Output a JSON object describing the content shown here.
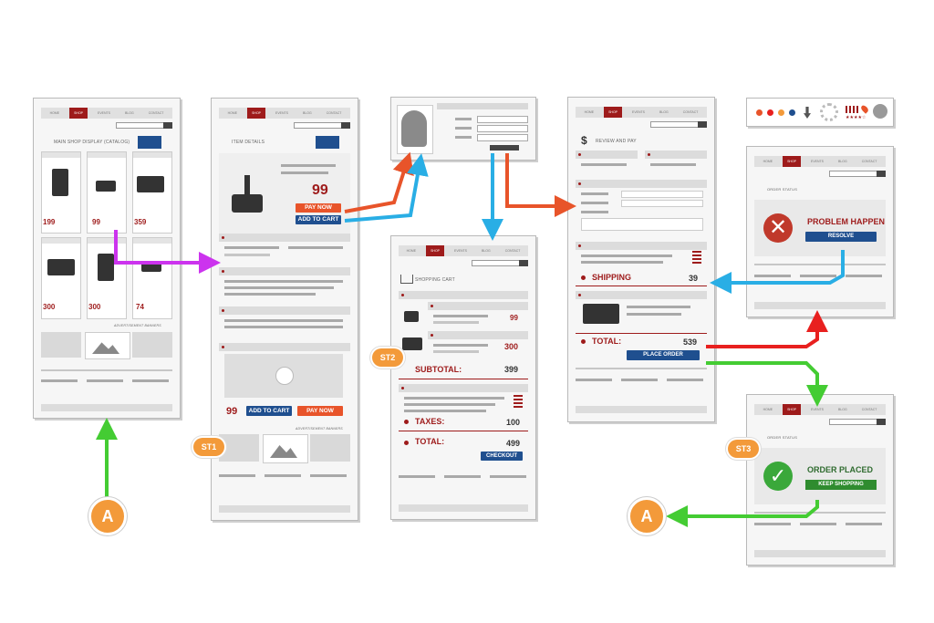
{
  "nav": {
    "home": "HOME",
    "shop": "SHOP",
    "events": "EVENTS",
    "blog": "BLOG",
    "contact": "CONTACT"
  },
  "page1": {
    "heading": "MAIN SHOP DISPLAY (CATALOG)",
    "prices": [
      "199",
      "99",
      "359",
      "300",
      "300",
      "74"
    ],
    "ad_label": "ADVERTISEMENT BANNERS"
  },
  "page2": {
    "heading": "ITEM DETAILS",
    "price": "99",
    "pay_now": "PAY NOW",
    "add_to_cart": "ADD TO CART",
    "bottom_price": "99",
    "ad_label": "ADVERTISEMENT BANNERS"
  },
  "cart": {
    "heading": "SHOPPING CART",
    "item_price_1": "99",
    "item_price_2": "300",
    "subtotal_label": "SUBTOTAL:",
    "subtotal_value": "399",
    "taxes_label": "TAXES:",
    "taxes_value": "100",
    "total_label": "TOTAL:",
    "total_value": "499",
    "checkout": "CHECKOUT"
  },
  "review": {
    "heading": "REVIEW AND PAY",
    "shipping_label": "SHIPPING",
    "shipping_value": "39",
    "total_label": "TOTAL:",
    "total_value": "539",
    "place_order": "PLACE ORDER"
  },
  "problem": {
    "heading": "ORDER STATUS",
    "title": "PROBLEM HAPPEN",
    "resolve": "RESOLVE"
  },
  "placed": {
    "heading": "ORDER STATUS",
    "title": "ORDER PLACED",
    "keep_shopping": "KEEP SHOPPING"
  },
  "badges": {
    "st1": "ST1",
    "st2": "ST2",
    "st3": "ST3",
    "a": "A"
  },
  "colors": {
    "accent_red": "#9e1b1b",
    "orange": "#e8542a",
    "blue": "#1f4f8f",
    "cyan": "#29aee5",
    "green": "#44cc33",
    "purple": "#cc33ee",
    "flow_red": "#e8201f",
    "badge_orange": "#f39a3a"
  }
}
